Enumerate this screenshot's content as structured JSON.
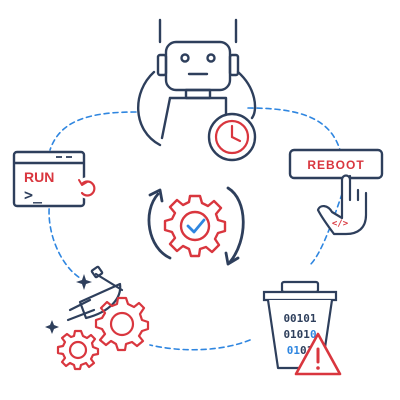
{
  "colors": {
    "navy": "#2e3f5c",
    "red": "#d9363e",
    "blue": "#2f86e0",
    "white": "#ffffff"
  },
  "run_window": {
    "label": "RUN",
    "prompt": ">_"
  },
  "reboot_button": {
    "label": "REBOOT"
  },
  "hand_icon": {
    "glyph": "</>"
  },
  "bin_binary": {
    "line1": "00101",
    "line2_navy": "0101",
    "line2_blue": "0",
    "line3_blue": "01",
    "line3_navy": "01"
  },
  "icons": [
    "robot-icon",
    "clock-icon",
    "run-window-icon",
    "refresh-icon",
    "reboot-button-icon",
    "hand-cursor-icon",
    "sync-gear-icon",
    "check-icon",
    "broom-icon",
    "sparkle-icon",
    "gears-icon",
    "trash-bin-icon",
    "warning-icon"
  ]
}
